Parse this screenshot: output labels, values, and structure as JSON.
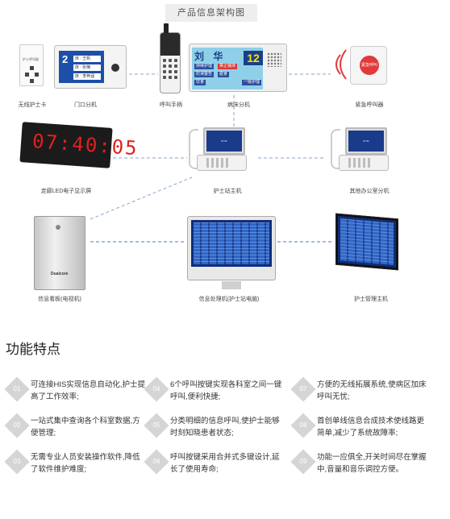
{
  "diagram": {
    "title": "产品信息架构图",
    "devices": {
      "wireless_card": {
        "label": "无线护士卡",
        "screen_text": "护士呼叫器"
      },
      "door_unit": {
        "label": "门口分机",
        "screen_number": "2",
        "screen_rows": [
          "床 : 王帆",
          "床 : 张楠",
          "床 : 李梓涵"
        ]
      },
      "handset": {
        "label": "呼叫手柄"
      },
      "bed_unit": {
        "label": "病床分机",
        "patient_name": "刘 华",
        "bed_number": "12",
        "screen_tags": [
          "持续护理",
          "禁止输液",
          "防滑警告",
          "膳食",
          "饮食",
          "一级护理"
        ]
      },
      "emergency": {
        "label": "紧急呼叫器",
        "button_text": "紧急呼叫"
      },
      "led": {
        "label": "走廊LED电子显示屏",
        "display_text": "07:40:05"
      },
      "nurse_station": {
        "label": "护士站主机",
        "screen_time": "07:31"
      },
      "office_unit": {
        "label": "其他办公室分机",
        "screen_time": "07:31"
      },
      "server": {
        "label": "信息看板(电视机)",
        "brand": "Dualcore"
      },
      "pc": {
        "label": "信息处理机(护士站电脑)"
      },
      "tv": {
        "label": "护士管理主机"
      }
    }
  },
  "features": {
    "heading": "功能特点",
    "items": [
      {
        "num": "01",
        "text": "可连接HIS实现信息自动化,护士提高了工作效率;"
      },
      {
        "num": "02",
        "text": "一站式集中查询各个科室数据,方便管理;"
      },
      {
        "num": "03",
        "text": "无需专业人员安装操作软件,降低了软件维护难度;"
      },
      {
        "num": "04",
        "text": "6个呼叫按键实现各科室之间一键呼叫,便利快捷;"
      },
      {
        "num": "05",
        "text": "分类明细的信息呼叫,使护士能够时刻知晓患者状态;"
      },
      {
        "num": "06",
        "text": "呼叫按键采用合并式多键设计,延长了使用寿命;"
      },
      {
        "num": "07",
        "text": "方便的无线拓展系统,使病区加床呼叫无忧;"
      },
      {
        "num": "08",
        "text": "首创单线信息合成技术使线路更简单,减少了系统故障率;"
      },
      {
        "num": "09",
        "text": "功能一应俱全,开关时间尽在掌握中,音量和音乐调控方便。"
      }
    ]
  }
}
